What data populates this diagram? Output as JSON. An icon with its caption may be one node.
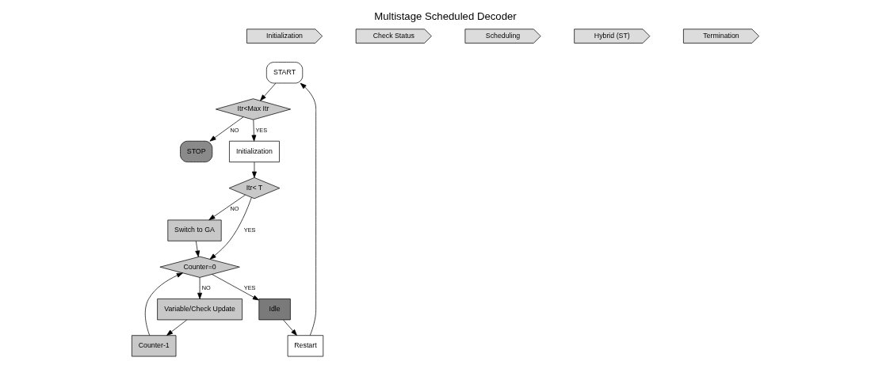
{
  "diagram": {
    "title": "Multistage Scheduled Decoder",
    "nodes": [
      {
        "text": [
          "Initialization"
        ]
      },
      {
        "text": [
          "Check Status"
        ]
      },
      {
        "text": [
          "Scheduling"
        ]
      },
      {
        "text": [
          "Hybrid (ST)"
        ]
      },
      {
        "text": [
          "Termination"
        ]
      },
      {
        "text": [
          "START"
        ]
      },
      {
        "text": [
          "Itr<Max Itr"
        ]
      },
      {
        "text": [
          "Variable/Check Update"
        ]
      },
      {
        "text": [
          "STOP"
        ]
      },
      {
        "text": [
          "Initialization"
        ]
      },
      {
        "text": [
          "Itr< T"
        ]
      },
      {
        "text": [
          "Counter-1"
        ]
      },
      {
        "text": [
          "Switch to GA"
        ]
      },
      {
        "text": [
          "Idle"
        ]
      },
      {
        "text": [
          "Restart"
        ]
      },
      {
        "text": [
          "Counter=0"
        ]
      }
    ],
    "edges": [
      {
        "from": 5,
        "to": 6,
        "arrow": "to"
      },
      {
        "from": 6,
        "to": 9,
        "arrow": "to",
        "label": "YES"
      },
      {
        "from": 6,
        "to": 8,
        "arrow": "to",
        "label": "NO"
      },
      {
        "from": 15,
        "to": 7,
        "arrow": "to",
        "label": "NO"
      },
      {
        "from": 9,
        "to": 10,
        "arrow": "to"
      },
      {
        "from": 10,
        "to": 12,
        "arrow": "to",
        "label": "NO"
      },
      {
        "from": 10,
        "to": 15,
        "arrow": "to",
        "label": "YES"
      },
      {
        "from": 7,
        "to": 11,
        "arrow": "to"
      },
      {
        "from": 11,
        "to": 15,
        "arrow": "to"
      },
      {
        "from": 12,
        "to": 15,
        "arrow": "to"
      },
      {
        "from": 13,
        "to": 14,
        "arrow": "to"
      },
      {
        "from": 15,
        "to": 13,
        "arrow": "to",
        "label": "YES"
      },
      {
        "from": 14,
        "to": 5,
        "arrow": "to"
      }
    ]
  }
}
